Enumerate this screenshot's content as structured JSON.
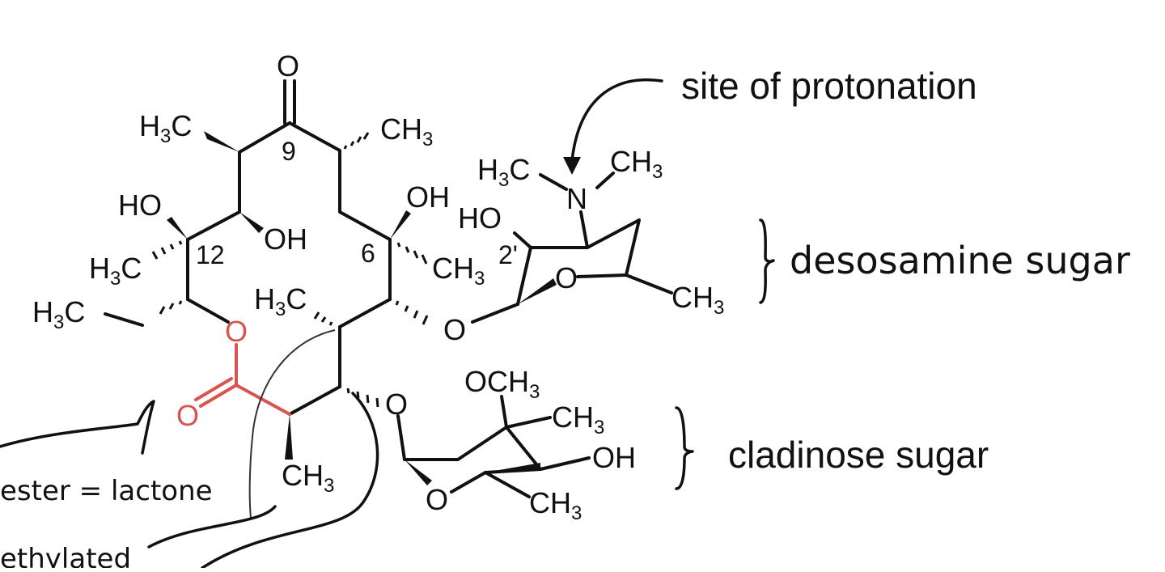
{
  "colors": {
    "ink": "#111111",
    "ester": "#d9534f"
  },
  "atoms": {
    "o_ketone": "O",
    "h3c_top": "H",
    "ch3_top": "CH",
    "ho_12": "HO",
    "oh_11": "OH",
    "oh_6": "OH",
    "h3c_12": "H",
    "ch3_6": "CH",
    "h3c_ethyl": "H",
    "h3c_8": "H",
    "o_ring": "O",
    "o_carbonyl": "O",
    "ch3_2": "CH",
    "o_link_des": "O",
    "o_link_clad": "O",
    "n_dimethyl": "N",
    "h3c_n": "H",
    "ch3_n": "CH",
    "ho_des": "HO",
    "o_des_ring": "O",
    "ch3_des": "CH",
    "och3_clad": "OCH",
    "ch3_clad_a": "CH",
    "oh_clad": "OH",
    "o_clad_ring": "O",
    "ch3_clad_b": "CH",
    "sub3": "3",
    "c_letter": "C"
  },
  "numbering": {
    "c9": "9",
    "c12": "12",
    "c6": "6",
    "c2p": "2'"
  },
  "annotations": {
    "protonation": "site of protonation",
    "desosamine": "desosamine sugar",
    "cladinose": "cladinose sugar",
    "lactone": "ester = lactone",
    "methylated": "ethylated"
  }
}
